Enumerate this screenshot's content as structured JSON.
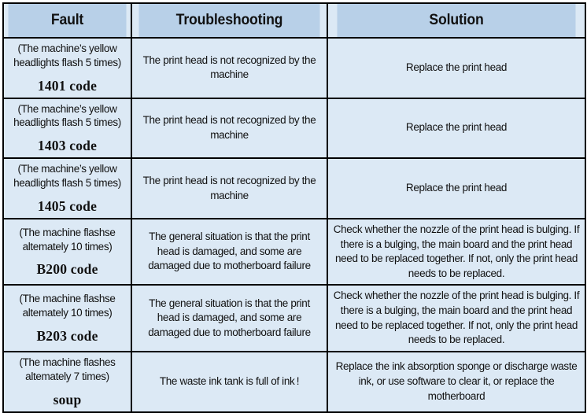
{
  "table": {
    "columns": [
      {
        "key": "fault",
        "label": "Fault"
      },
      {
        "key": "troubleshooting",
        "label": "Troubleshooting"
      },
      {
        "key": "solution",
        "label": "Solution"
      }
    ],
    "header_background": "#b8d0e8",
    "cell_background": "#dce9f5",
    "border_color": "#000000",
    "rows": [
      {
        "fault_desc": "(The machine’s yellow\nheadlights flash 5 times)",
        "fault_code": "1401 code",
        "troubleshooting": "The print head is not recognized by the machine",
        "solution": "Replace the print head"
      },
      {
        "fault_desc": "(The machine’s yellow\nheadlights flash 5 times)",
        "fault_code": "1403 code",
        "troubleshooting": "The print head is not recognized by the machine",
        "solution": "Replace the print head"
      },
      {
        "fault_desc": "(The machine’s yellow\nheadlights flash 5 times)",
        "fault_code": "1405 code",
        "troubleshooting": "The print head is not recognized by the machine",
        "solution": "Replace the print head"
      },
      {
        "fault_desc": "(The machine flashse\naltemately 10 times)",
        "fault_code": "B200 code",
        "troubleshooting": "The general situation is that the print head is damaged, and some are damaged due to motherboard failure",
        "solution": "Check whether the nozzle of the print head is bulging. If there is a bulging, the main board and the print head need to be replaced together. If not, only the print head needs to be replaced."
      },
      {
        "fault_desc": "(The machine flashse\naltemately 10 times)",
        "fault_code": "B203 code",
        "troubleshooting": "The general situation is that the print head is damaged, and some are damaged due to motherboard failure",
        "solution": "Check whether the nozzle of the print head is bulging. If there is a bulging, the main board and the print head need to be replaced together. If not, only the print head needs to be replaced."
      },
      {
        "fault_desc": "(The machine flashes\naltemately 7 times)",
        "fault_code": "soup",
        "troubleshooting": "The waste ink tank is full of ink !",
        "solution": "Replace the ink absorption sponge or discharge waste ink, or use software to clear it, or replace the motherboard"
      }
    ]
  }
}
